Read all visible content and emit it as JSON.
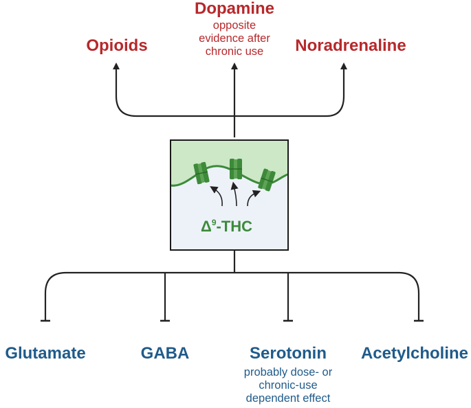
{
  "stimulated": {
    "dopamine": {
      "title": "Dopamine",
      "note": [
        "opposite",
        "evidence after",
        "chronic use"
      ]
    },
    "opioids": {
      "title": "Opioids"
    },
    "noradrenaline": {
      "title": "Noradrenaline"
    }
  },
  "center": {
    "drug_delta": "Δ",
    "drug_super": "9",
    "drug_suffix": "-THC"
  },
  "inhibited": {
    "glutamate": {
      "title": "Glutamate"
    },
    "gaba": {
      "title": "GABA"
    },
    "serotonin": {
      "title": "Serotonin",
      "note": [
        "probably dose- or",
        "chronic-use",
        "dependent effect"
      ]
    },
    "acetylcholine": {
      "title": "Acetylcholine"
    }
  },
  "colors": {
    "stimulated_text": "#b7282b",
    "inhibited_text": "#1f5b8a",
    "membrane": "#3c8a3a",
    "extracellular": "#cde8c6",
    "intracellular": "#edf2f9",
    "connector": "#222222"
  },
  "icons": [
    "arrow-up-icon",
    "inhibition-bar-icon",
    "cannabinoid-receptor-icon",
    "curved-arrow-icon"
  ]
}
